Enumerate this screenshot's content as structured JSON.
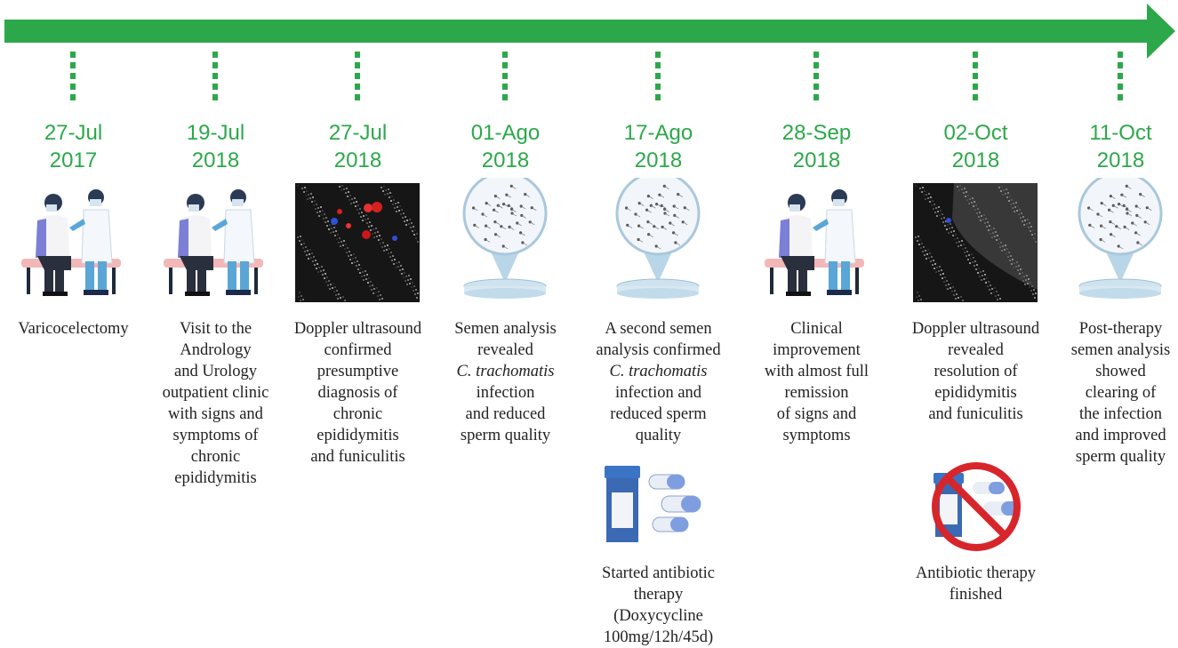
{
  "colors": {
    "accent": "#2ca84a",
    "text": "#222222"
  },
  "events": [
    {
      "date": "27-Jul",
      "year": "2017",
      "illustration": "doctor-patient-icon",
      "lines": [
        "Varicocelectomy"
      ]
    },
    {
      "date": "19-Jul",
      "year": "2018",
      "illustration": "doctor-patient-icon",
      "lines": [
        "Visit to the",
        "Andrology",
        "and Urology",
        "outpatient clinic",
        "with signs and",
        "symptoms of",
        "chronic",
        "epididymitis"
      ]
    },
    {
      "date": "27-Jul",
      "year": "2018",
      "illustration": "doppler-ultrasound-image",
      "lines": [
        "Doppler ultrasound",
        "confirmed",
        "presumptive",
        "diagnosis of",
        "chronic",
        "epididymitis",
        "and funiculitis"
      ]
    },
    {
      "date": "01-Ago",
      "year": "2018",
      "illustration": "semen-petri-dish-icon",
      "lines": [
        "Semen analysis",
        "revealed",
        "C. trachomatis",
        "infection",
        "and reduced",
        "sperm quality"
      ]
    },
    {
      "date": "17-Ago",
      "year": "2018",
      "illustration": "semen-petri-dish-icon",
      "lines": [
        "A second semen",
        "analysis confirmed",
        "C. trachomatis",
        "infection and",
        "reduced sperm",
        "quality"
      ],
      "extra_illustration": "pill-bottle-capsules-icon",
      "extra_lines": [
        "Started antibiotic",
        "therapy",
        "(Doxycycline",
        "100mg/12h/45d)"
      ]
    },
    {
      "date": "28-Sep",
      "year": "2018",
      "illustration": "doctor-patient-icon",
      "lines": [
        "Clinical",
        "improvement",
        "with almost full",
        "remission",
        "of signs and",
        "symptoms"
      ]
    },
    {
      "date": "02-Oct",
      "year": "2018",
      "illustration": "doppler-ultrasound-image",
      "lines": [
        "Doppler ultrasound",
        "revealed",
        "resolution of",
        "epididymitis",
        "and funiculitis"
      ],
      "extra_illustration": "no-pills-prohibited-icon",
      "extra_lines": [
        "Antibiotic therapy",
        "finished"
      ]
    },
    {
      "date": "11-Oct",
      "year": "2018",
      "illustration": "semen-petri-dish-icon",
      "lines": [
        "Post-therapy",
        "semen analysis",
        "showed",
        "clearing of",
        "the infection",
        "and improved",
        "sperm quality"
      ]
    }
  ]
}
